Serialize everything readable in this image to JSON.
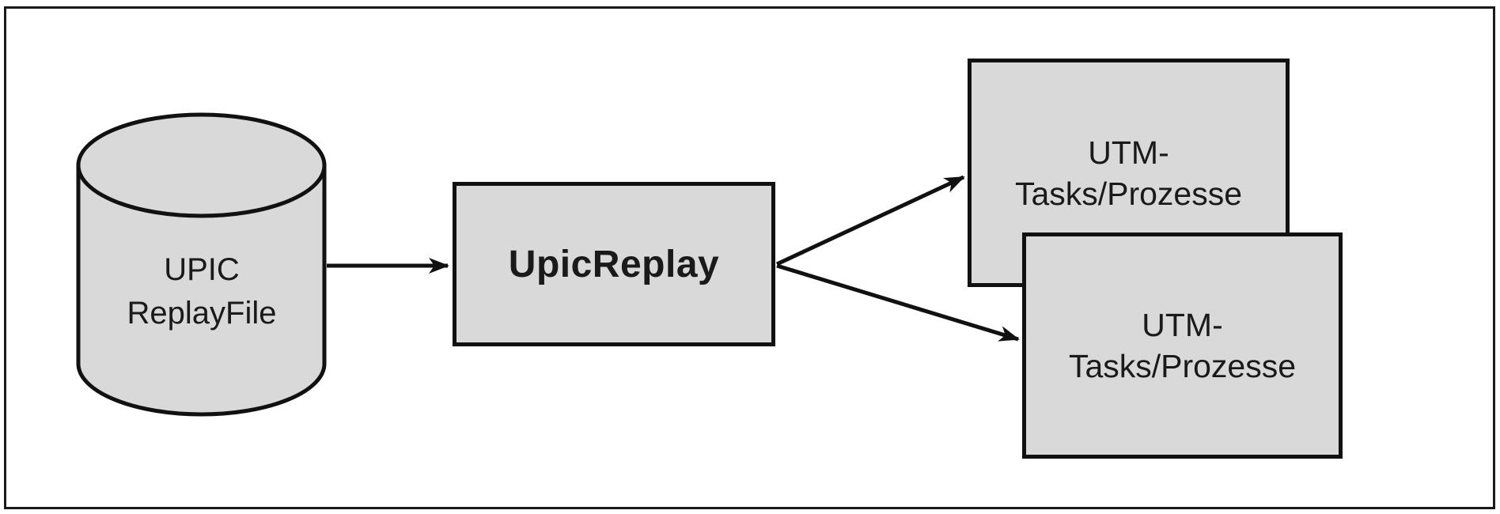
{
  "diagram": {
    "description": "UpicReplay data flow diagram",
    "colors": {
      "background": "#ffffff",
      "frame_border": "#1a1a1a",
      "node_fill": "#d9d9d9",
      "node_border": "#111111",
      "arrow": "#111111",
      "text": "#1a1a1a"
    },
    "nodes": {
      "replay_file": {
        "shape": "cylinder",
        "lines": [
          "UPIC",
          "ReplayFile"
        ]
      },
      "upic_replay": {
        "shape": "box",
        "label": "UpicReplay",
        "bold": true
      },
      "utm_back": {
        "shape": "box",
        "lines": [
          "UTM-",
          "Tasks/Prozesse"
        ]
      },
      "utm_front": {
        "shape": "box",
        "lines": [
          "UTM-",
          "Tasks/Prozesse"
        ]
      }
    },
    "edges": [
      {
        "from": "replay_file",
        "to": "upic_replay"
      },
      {
        "from": "upic_replay",
        "to": "utm_back"
      },
      {
        "from": "upic_replay",
        "to": "utm_front"
      }
    ]
  }
}
